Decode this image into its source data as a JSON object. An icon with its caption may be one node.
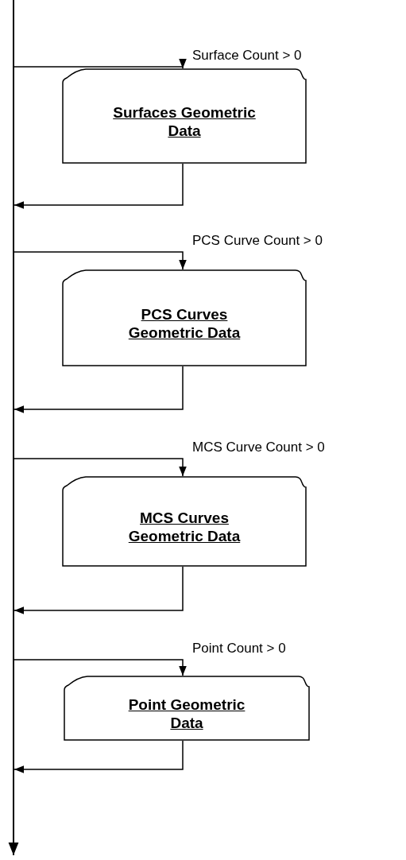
{
  "diagram": {
    "nodes": [
      {
        "text": [
          "Surfaces Geometric Data"
        ]
      },
      {
        "text": [
          "PCS Curves Geometric Data"
        ]
      },
      {
        "text": [
          "MCS Curves Geometric Data"
        ]
      },
      {
        "text": [
          "Point Geometric Data"
        ]
      }
    ],
    "edges": [
      {
        "from": null,
        "to": 0,
        "arrow": "to",
        "label": "Surface Count > 0"
      },
      {
        "from": 0,
        "to": null,
        "arrow": "to"
      },
      {
        "from": null,
        "to": 1,
        "arrow": "to",
        "label": "PCS Curve Count > 0"
      },
      {
        "from": 1,
        "to": null,
        "arrow": "to"
      },
      {
        "from": null,
        "to": 2,
        "arrow": "to",
        "label": "MCS Curve Count > 0"
      },
      {
        "from": 2,
        "to": null,
        "arrow": "to"
      },
      {
        "from": null,
        "to": 3,
        "arrow": "to",
        "label": "Point Count > 0"
      },
      {
        "from": 3,
        "to": null,
        "arrow": "to"
      }
    ]
  }
}
